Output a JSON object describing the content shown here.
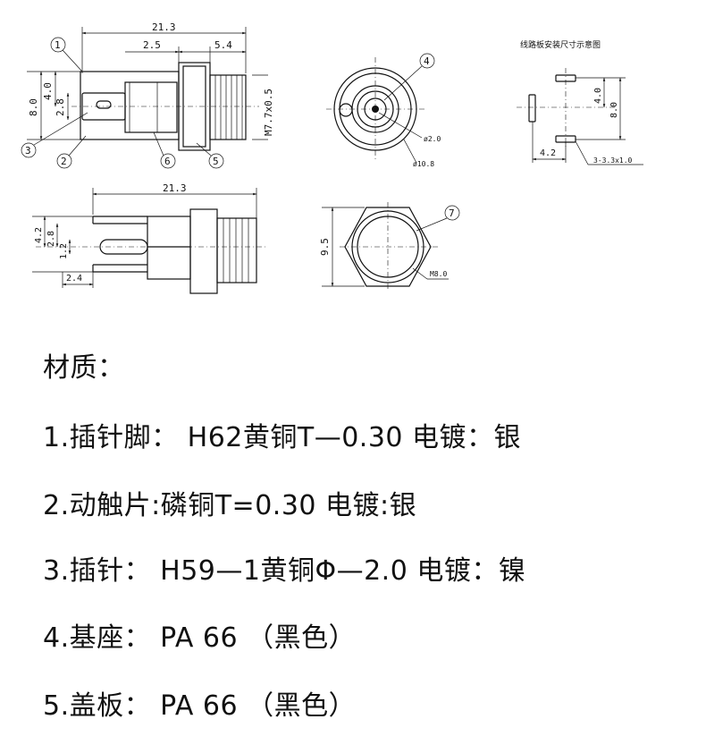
{
  "drawing": {
    "side_view": {
      "dims": {
        "total_length": "21.3",
        "offset_a": "2.5",
        "offset_b": "5.4",
        "height": "8.0",
        "upper": "4.0",
        "pin": "2.8",
        "thread": "M7.7x0.5"
      },
      "callouts": [
        "1",
        "2",
        "3",
        "5",
        "6"
      ]
    },
    "front_view": {
      "callout": "4",
      "dims": {
        "pin_dia": "ø2.0",
        "outer_dia": "ø10.8"
      }
    },
    "pcb_layout": {
      "title": "线路板安装尺寸示意图",
      "dims": {
        "a": "4.0",
        "b": "8.0",
        "c": "4.2",
        "slots": "3-3.3x1.0"
      }
    },
    "bottom_view": {
      "dims": {
        "total_length": "21.3",
        "h1": "4.2",
        "h2": "2.8",
        "h3": "1.2",
        "h4": "2.4"
      }
    },
    "hex_view": {
      "callout": "7",
      "dims": {
        "across_flats": "9.5",
        "nut": "M8.0"
      }
    }
  },
  "materials": {
    "heading": "材质：",
    "items": [
      "1.插针脚：  H62黄铜T—0.30 电镀：银",
      "2.动触片:磷铜T=0.30 电镀:银",
      "3.插针：  H59—1黄铜Φ—2.0 电镀：镍",
      "4.基座：  PA 66 （黑色）",
      "5.盖板：  PA 66 （黑色）"
    ]
  }
}
